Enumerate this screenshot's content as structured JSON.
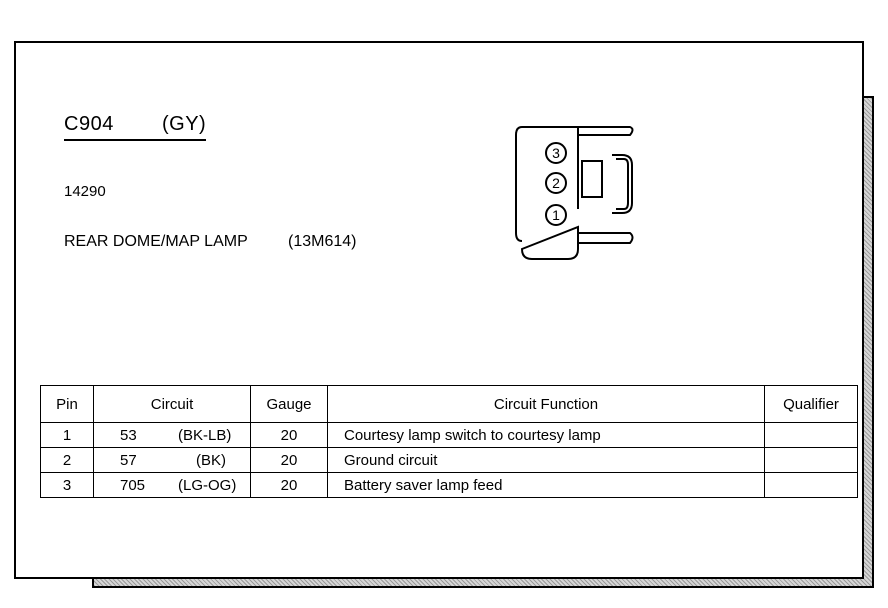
{
  "connector": {
    "title": "C904   (GY)",
    "part_number": "14290",
    "description": "REAR DOME/MAP LAMP",
    "description_code": "(13M614)",
    "pin_labels": [
      "3",
      "2",
      "1"
    ]
  },
  "table": {
    "headers": [
      "Pin",
      "Circuit",
      "Gauge",
      "Circuit Function",
      "Qualifier"
    ],
    "rows": [
      {
        "pin": "1",
        "circuit": "53",
        "color": "(BK-LB)",
        "gauge": "20",
        "function": "Courtesy lamp switch to courtesy lamp",
        "qualifier": ""
      },
      {
        "pin": "2",
        "circuit": "57",
        "color": "(BK)",
        "gauge": "20",
        "function": "Ground circuit",
        "qualifier": ""
      },
      {
        "pin": "3",
        "circuit": "705",
        "color": "(LG-OG)",
        "gauge": "20",
        "function": "Battery saver lamp feed",
        "qualifier": ""
      }
    ]
  }
}
